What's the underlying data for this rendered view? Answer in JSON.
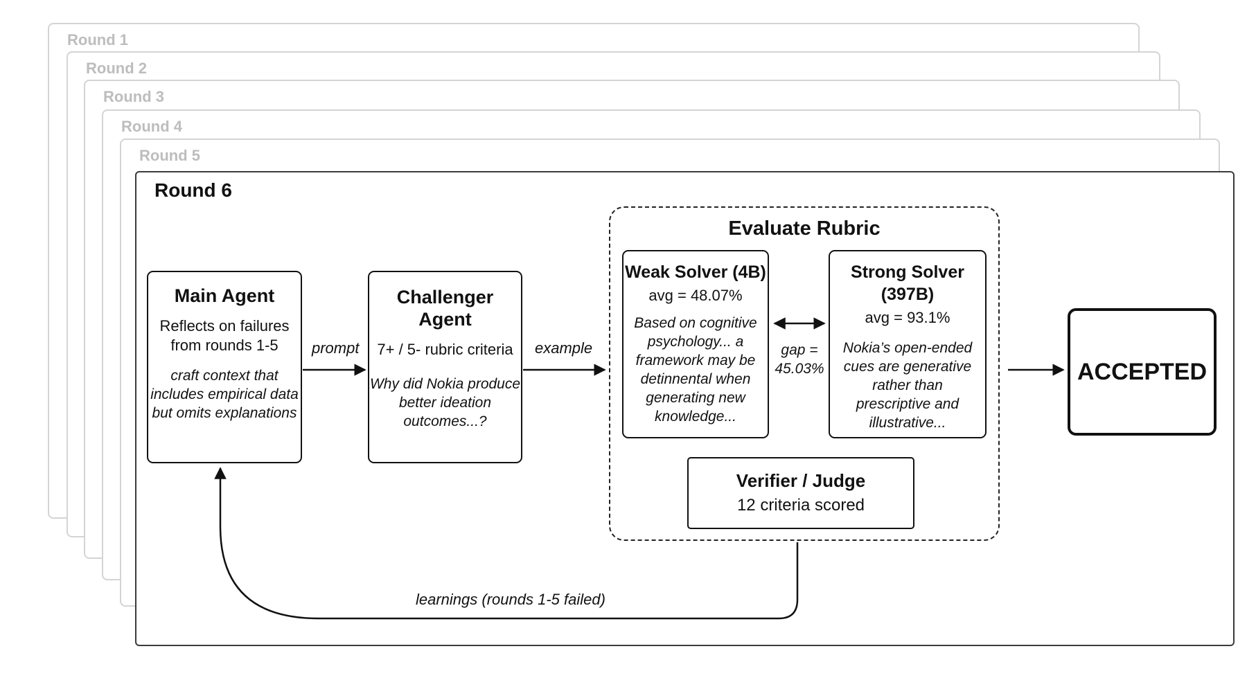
{
  "rounds": [
    "Round 1",
    "Round 2",
    "Round 3",
    "Round 4",
    "Round 5",
    "Round 6"
  ],
  "main_agent": {
    "title": "Main Agent",
    "lines": [
      "Reflects on failures",
      "from rounds 1-5"
    ],
    "italic": [
      "craft context that",
      "includes empirical data",
      "but omits explanations"
    ]
  },
  "challenger_agent": {
    "title": "Challenger Agent",
    "lines": [
      "7+ / 5- rubric criteria"
    ],
    "italic": [
      "Why did Nokia produce",
      "better ideation",
      "outcomes...?"
    ]
  },
  "evaluate": {
    "title": "Evaluate Rubric"
  },
  "weak_solver": {
    "title": "Weak Solver (4B)",
    "avg": "avg = 48.07%",
    "italic": [
      "Based on cognitive",
      "psychology... a",
      "framework may be",
      "detinnental when",
      "generating new",
      "knowledge..."
    ]
  },
  "strong_solver": {
    "title": "Strong Solver (397B)",
    "avg": "avg = 93.1%",
    "italic": [
      "Nokia’s open-ended",
      "cues are generative",
      "rather than",
      "prescriptive and",
      "illustrative..."
    ]
  },
  "gap": [
    "gap =",
    "45.03%"
  ],
  "verifier": {
    "title": "Verifier / Judge",
    "sub": "12 criteria scored"
  },
  "accepted": "ACCEPTED",
  "edges": {
    "prompt": "prompt",
    "example": "example",
    "learnings": "learnings (rounds 1-5 failed)"
  }
}
